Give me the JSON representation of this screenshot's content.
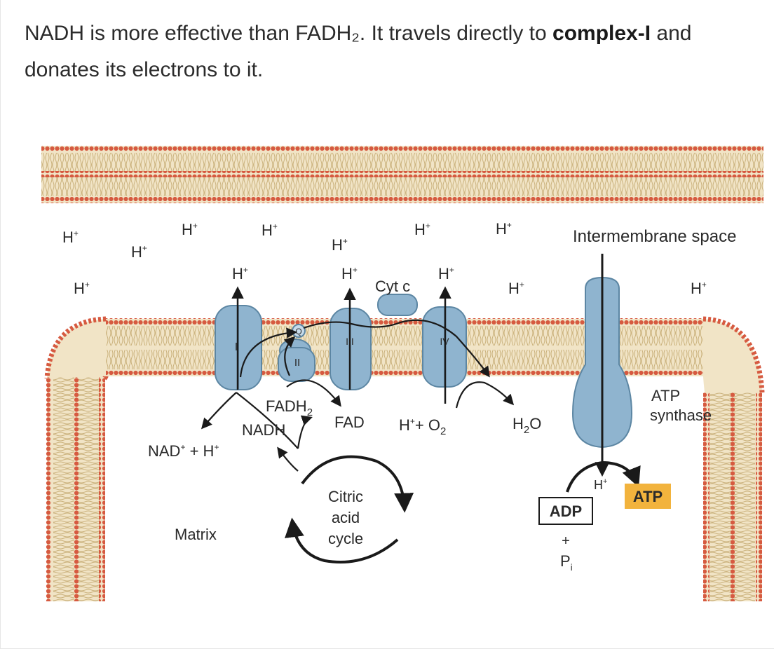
{
  "text": {
    "pre": "NADH is more effective than FADH₂. It travels directly to ",
    "bold": "complex-I",
    "post": " and donates its electrons to it."
  },
  "diagram": {
    "proton": "H",
    "proton_sup": "+",
    "intermembrane_space": "Intermembrane space",
    "matrix": "Matrix",
    "cyt_c": "Cyt c",
    "complex_I": "I",
    "complex_II": "II",
    "complex_III": "III",
    "complex_IV": "IV",
    "q": "Q",
    "fadh2_main": "FADH",
    "fadh2_sub": "2",
    "fad": "FAD",
    "nadh": "NADH",
    "nad_main": "NAD",
    "nad_sup": "+",
    "nad_tail": " + H",
    "h_o2_main": "H",
    "h_o2_sup": "+",
    "h_o2_plus": "+ O",
    "h_o2_sub": "2",
    "h2o_h": "H",
    "h2o_sub": "2",
    "h2o_o": "O",
    "atp_synthase_line1": "ATP",
    "atp_synthase_line2": "synthase",
    "citric_line1": "Citric",
    "citric_line2": "acid",
    "citric_line3": "cycle",
    "adp": "ADP",
    "plus": "+",
    "pi_p": "P",
    "pi_sub": "i",
    "atp": "ATP",
    "colors": {
      "membrane_head": "#d65a40",
      "membrane_tail": "#c9b07a",
      "protein": "#8fb4cf",
      "protein_stroke": "#5c86a3",
      "atp_box": "#f2b33d"
    }
  }
}
